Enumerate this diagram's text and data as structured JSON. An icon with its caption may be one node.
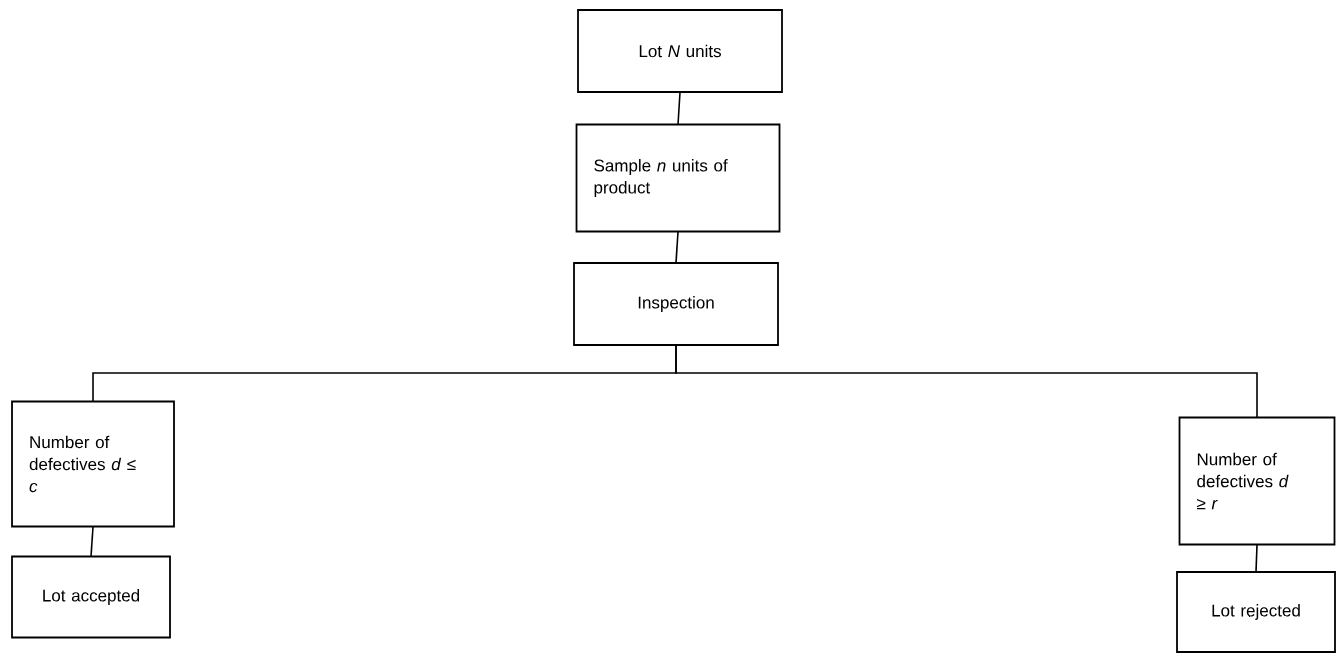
{
  "diagram": {
    "nodes": [
      {
        "text": [
          "Lot *N* units"
        ]
      },
      {
        "text": [
          "Sample *n* units of product"
        ]
      },
      {
        "text": [
          "Inspection"
        ]
      },
      {
        "text": [
          "Number of defectives *d* ≤ *c*"
        ]
      },
      {
        "text": [
          "Lot accepted"
        ]
      },
      {
        "text": [
          "Number of defectives *d* ≥ *r*"
        ]
      },
      {
        "text": [
          "Lot rejected"
        ]
      }
    ],
    "edges": [
      {
        "from": 0,
        "to": 1,
        "arrow": "none"
      },
      {
        "from": 1,
        "to": 2,
        "arrow": "none"
      },
      {
        "from": 2,
        "to": 3,
        "arrow": "none"
      },
      {
        "from": 2,
        "to": 5,
        "arrow": "none"
      },
      {
        "from": 3,
        "to": 4,
        "arrow": "none"
      },
      {
        "from": 5,
        "to": 6,
        "arrow": "none"
      }
    ]
  }
}
